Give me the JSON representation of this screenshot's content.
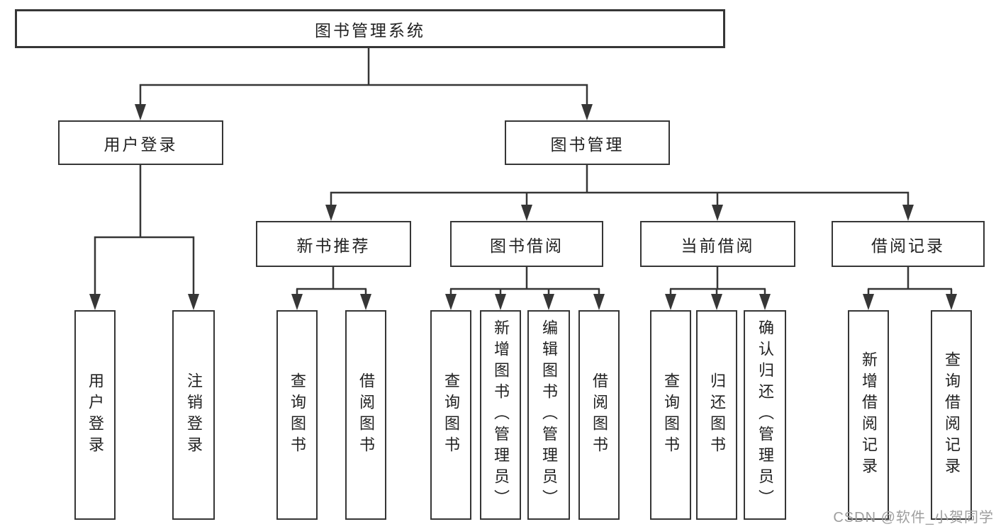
{
  "nodes": {
    "root": {
      "label": "图书管理系统"
    },
    "user_login": {
      "label": "用户登录",
      "children": [
        {
          "label": "用户登录"
        },
        {
          "label": "注销登录"
        }
      ]
    },
    "book_mgmt": {
      "label": "图书管理",
      "children": [
        {
          "label": "新书推荐",
          "children": [
            {
              "label": "查询图书"
            },
            {
              "label": "借阅图书"
            }
          ]
        },
        {
          "label": "图书借阅",
          "children": [
            {
              "label": "查询图书"
            },
            {
              "label": "新增图书（管理员）"
            },
            {
              "label": "编辑图书（管理员）"
            },
            {
              "label": "借阅图书"
            }
          ]
        },
        {
          "label": "当前借阅",
          "children": [
            {
              "label": "查询图书"
            },
            {
              "label": "归还图书"
            },
            {
              "label": "确认归还（管理员）"
            }
          ]
        },
        {
          "label": "借阅记录",
          "children": [
            {
              "label": "新增借阅记录"
            },
            {
              "label": "查询借阅记录"
            }
          ]
        }
      ]
    }
  },
  "watermark": {
    "text": "CSDN @软件_小贺同学"
  },
  "colors": {
    "line": "#363636",
    "box_border": "#363636",
    "text": "#222222",
    "watermark": "#9e9e9e",
    "background": "#ffffff"
  }
}
